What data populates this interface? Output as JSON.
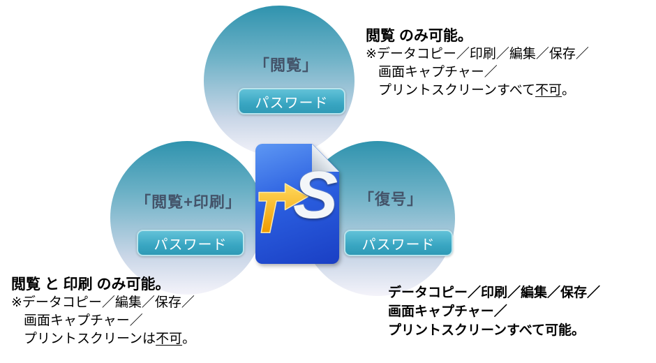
{
  "circles": {
    "view": {
      "label": "「閲覧」",
      "password": "パスワード"
    },
    "view_print": {
      "label": "「閲覧+印刷」",
      "password": "パスワード"
    },
    "decrypt": {
      "label": "「復号」",
      "password": "パスワード"
    }
  },
  "icon": {
    "t": "T",
    "s": "S"
  },
  "notes": {
    "view_only": {
      "heading": "閲覧 のみ可能。",
      "line1": "※データコピー／印刷／編集／保存／",
      "line2": "画面キャプチャー／",
      "line3_prefix": "プリントスクリーンすべて",
      "line3_underlined": "不可",
      "line3_suffix": "。"
    },
    "view_print_only": {
      "heading": "閲覧 と 印刷 のみ可能。",
      "line1": "※データコピー／編集／保存／",
      "line2": "画面キャプチャー／",
      "line3_prefix": "プリントスクリーンは",
      "line3_underlined": "不可",
      "line3_suffix": "。"
    },
    "decrypt_all": {
      "line1": "データコピー／印刷／編集／保存／",
      "line2": "画面キャプチャー／",
      "line3": "プリントスクリーンすべて可能。"
    }
  },
  "colors": {
    "circle_teal": "#2f93ae",
    "badge_teal": "#39a6c2",
    "badge_border": "#b9e3ec",
    "document_blue": "#2b5fe0",
    "arrow_yellow": "#f9b300",
    "title_slate": "#44546a"
  }
}
